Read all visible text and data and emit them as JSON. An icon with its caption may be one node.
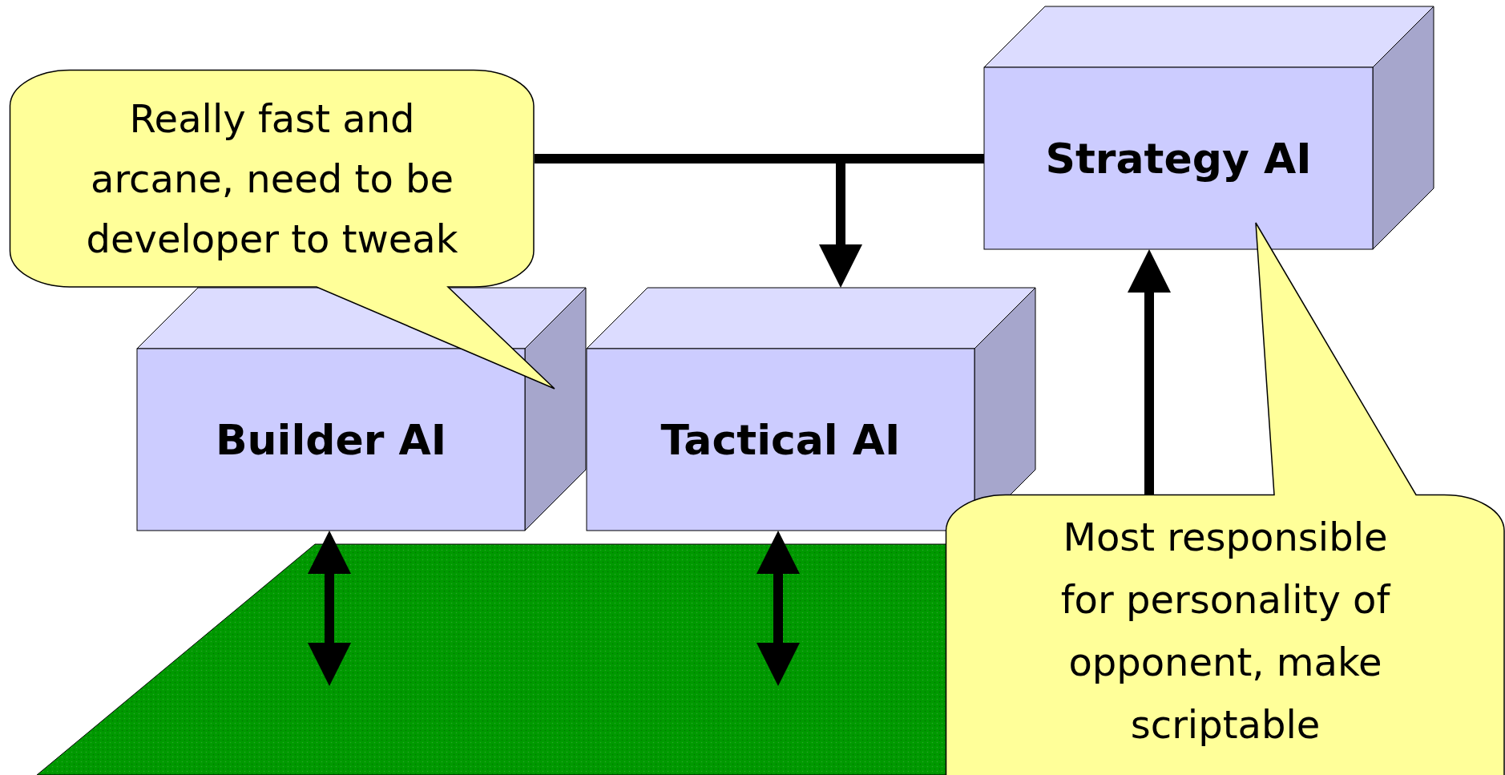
{
  "diagram": {
    "nodes": [
      {
        "text": [
          "Really fast and arcane, need to be developer to tweak"
        ]
      },
      {
        "text": [
          "Strategy AI"
        ]
      },
      {
        "text": [
          "Builder AI"
        ]
      },
      {
        "text": [
          "Tactical AI"
        ]
      },
      {
        "text": [],
        "shape": "parallelogram"
      },
      {
        "text": [
          "Most responsible for personality of opponent, make scriptable"
        ]
      }
    ],
    "edges": [
      {
        "from": 1,
        "to": 0,
        "arrow": "none"
      },
      {
        "from": 1,
        "to": 3,
        "arrow": "to"
      },
      {
        "from": 5,
        "to": 1,
        "arrow": "to"
      },
      {
        "from": 2,
        "to": 4,
        "arrow": "both"
      },
      {
        "from": 3,
        "to": 4,
        "arrow": "both"
      }
    ]
  }
}
